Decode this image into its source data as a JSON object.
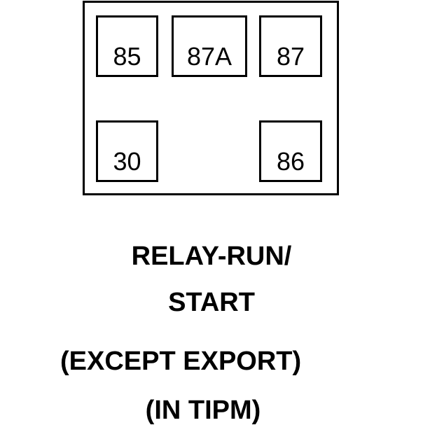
{
  "relay": {
    "terminals": {
      "t85": "85",
      "t87a": "87A",
      "t87": "87",
      "t30": "30",
      "t86": "86"
    }
  },
  "caption": {
    "line1": "RELAY-RUN/",
    "line2": "START",
    "line3": "(EXCEPT EXPORT)",
    "line4": "(IN TIPM)"
  }
}
